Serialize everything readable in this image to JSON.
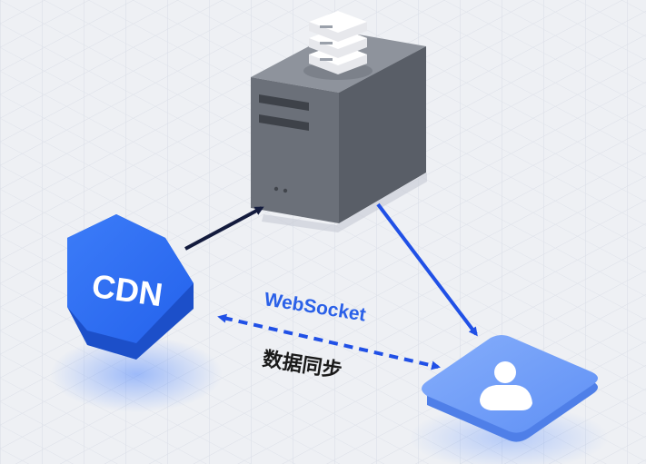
{
  "nodes": {
    "server": {
      "label": ""
    },
    "cdn": {
      "label": "CDN"
    },
    "user": {
      "label": ""
    }
  },
  "edges": [
    {
      "from": "cdn",
      "to": "server",
      "style": "solid",
      "direction": "forward"
    },
    {
      "from": "server",
      "to": "user",
      "style": "solid",
      "direction": "forward"
    },
    {
      "from": "cdn",
      "to": "user",
      "style": "dashed",
      "direction": "both"
    }
  ],
  "labels": {
    "websocket": "WebSocket",
    "data_sync": "数据同步"
  },
  "colors": {
    "background": "#eef0f4",
    "grid": "#d9dde6",
    "server_front": "#6b7079",
    "server_side": "#585d66",
    "server_top": "#8e939c",
    "cdn_blue": "#2f6ef2",
    "user_blue": "#6a9bf6",
    "arrow_dark": "#131b3d",
    "arrow_blue": "#2050e6",
    "label_blue": "#2a60e8",
    "label_dark": "#1a1a1a"
  },
  "icons": {
    "server": "server-icon",
    "database": "database-stack-icon",
    "user": "user-icon"
  }
}
